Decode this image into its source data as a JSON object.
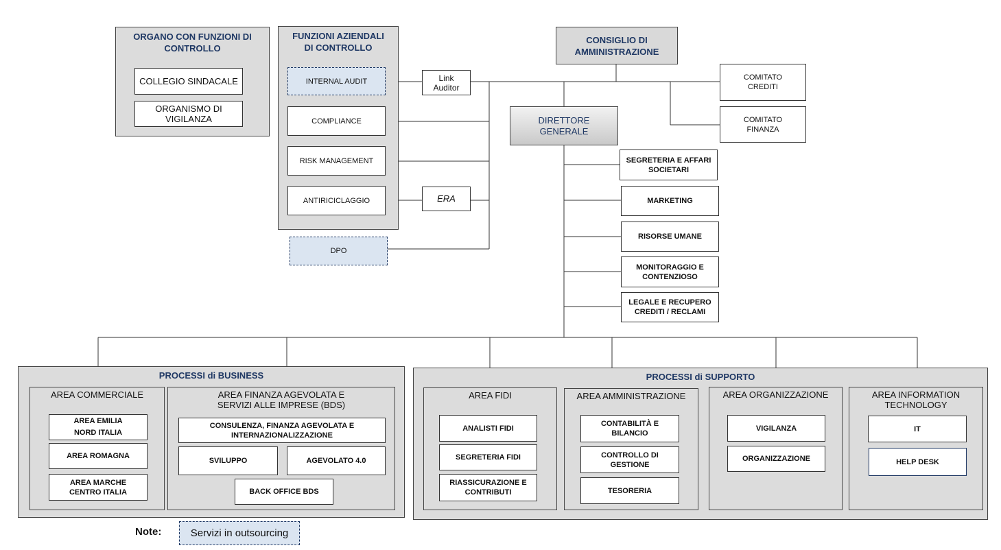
{
  "organo_controllo": {
    "title": "ORGANO CON FUNZIONI DI\nCONTROLLO",
    "items": [
      "COLLEGIO SINDACALE",
      "ORGANISMO DI\nVIGILANZA"
    ]
  },
  "funzioni_controllo": {
    "title": "FUNZIONI AZIENDALI\nDI CONTROLLO",
    "items": [
      "INTERNAL AUDIT",
      "COMPLIANCE",
      "RISK MANAGEMENT",
      "ANTIRICICLAGGIO"
    ]
  },
  "dpo": "DPO",
  "link_auditor": "Link\nAuditor",
  "era": "ERA",
  "consiglio": "CONSIGLIO DI\nAMMINISTRAZIONE",
  "comitati": [
    "COMITATO\nCREDITI",
    "COMITATO\nFINANZA"
  ],
  "direttore": "DIRETTORE\nGENERALE",
  "staff": [
    "SEGRETERIA E AFFARI\nSOCIETARI",
    "MARKETING",
    "RISORSE UMANE",
    "MONITORAGGIO E\nCONTENZIOSO",
    "LEGALE E RECUPERO\nCREDITI / RECLAMI"
  ],
  "business": {
    "title": "PROCESSI di BUSINESS",
    "area_commerciale": {
      "title": "AREA COMMERCIALE",
      "items": [
        "AREA EMILIA\nNORD ITALIA",
        "AREA ROMAGNA",
        "AREA MARCHE\nCENTRO ITALIA"
      ]
    },
    "area_finanza": {
      "title": "AREA FINANZA AGEVOLATA E\nSERVIZI ALLE IMPRESE (BDS)",
      "items": [
        "CONSULENZA, FINANZA AGEVOLATA E\nINTERNAZIONALIZZAZIONE",
        "SVILUPPO",
        "AGEVOLATO 4.0",
        "BACK OFFICE BDS"
      ]
    }
  },
  "supporto": {
    "title": "PROCESSI di SUPPORTO",
    "area_fidi": {
      "title": "AREA FIDI",
      "items": [
        "ANALISTI FIDI",
        "SEGRETERIA FIDI",
        "RIASSICURAZIONE E\nCONTRIBUTI"
      ]
    },
    "area_amministrazione": {
      "title": "AREA AMMINISTRAZIONE",
      "items": [
        "CONTABILITÀ E\nBILANCIO",
        "CONTROLLO DI\nGESTIONE",
        "TESORERIA"
      ]
    },
    "area_organizzazione": {
      "title": "AREA ORGANIZZAZIONE",
      "items": [
        "VIGILANZA",
        "ORGANIZZAZIONE"
      ]
    },
    "area_it": {
      "title": "AREA INFORMATION\nTECHNOLOGY",
      "items": [
        "IT",
        "HELP DESK"
      ]
    }
  },
  "note": {
    "label": "Note:",
    "legend": "Servizi in outsourcing"
  },
  "colors": {
    "title_blue": "#1f3864",
    "group_gray": "#dcdcdc",
    "outsourcing_fill": "#dbe5f1"
  }
}
